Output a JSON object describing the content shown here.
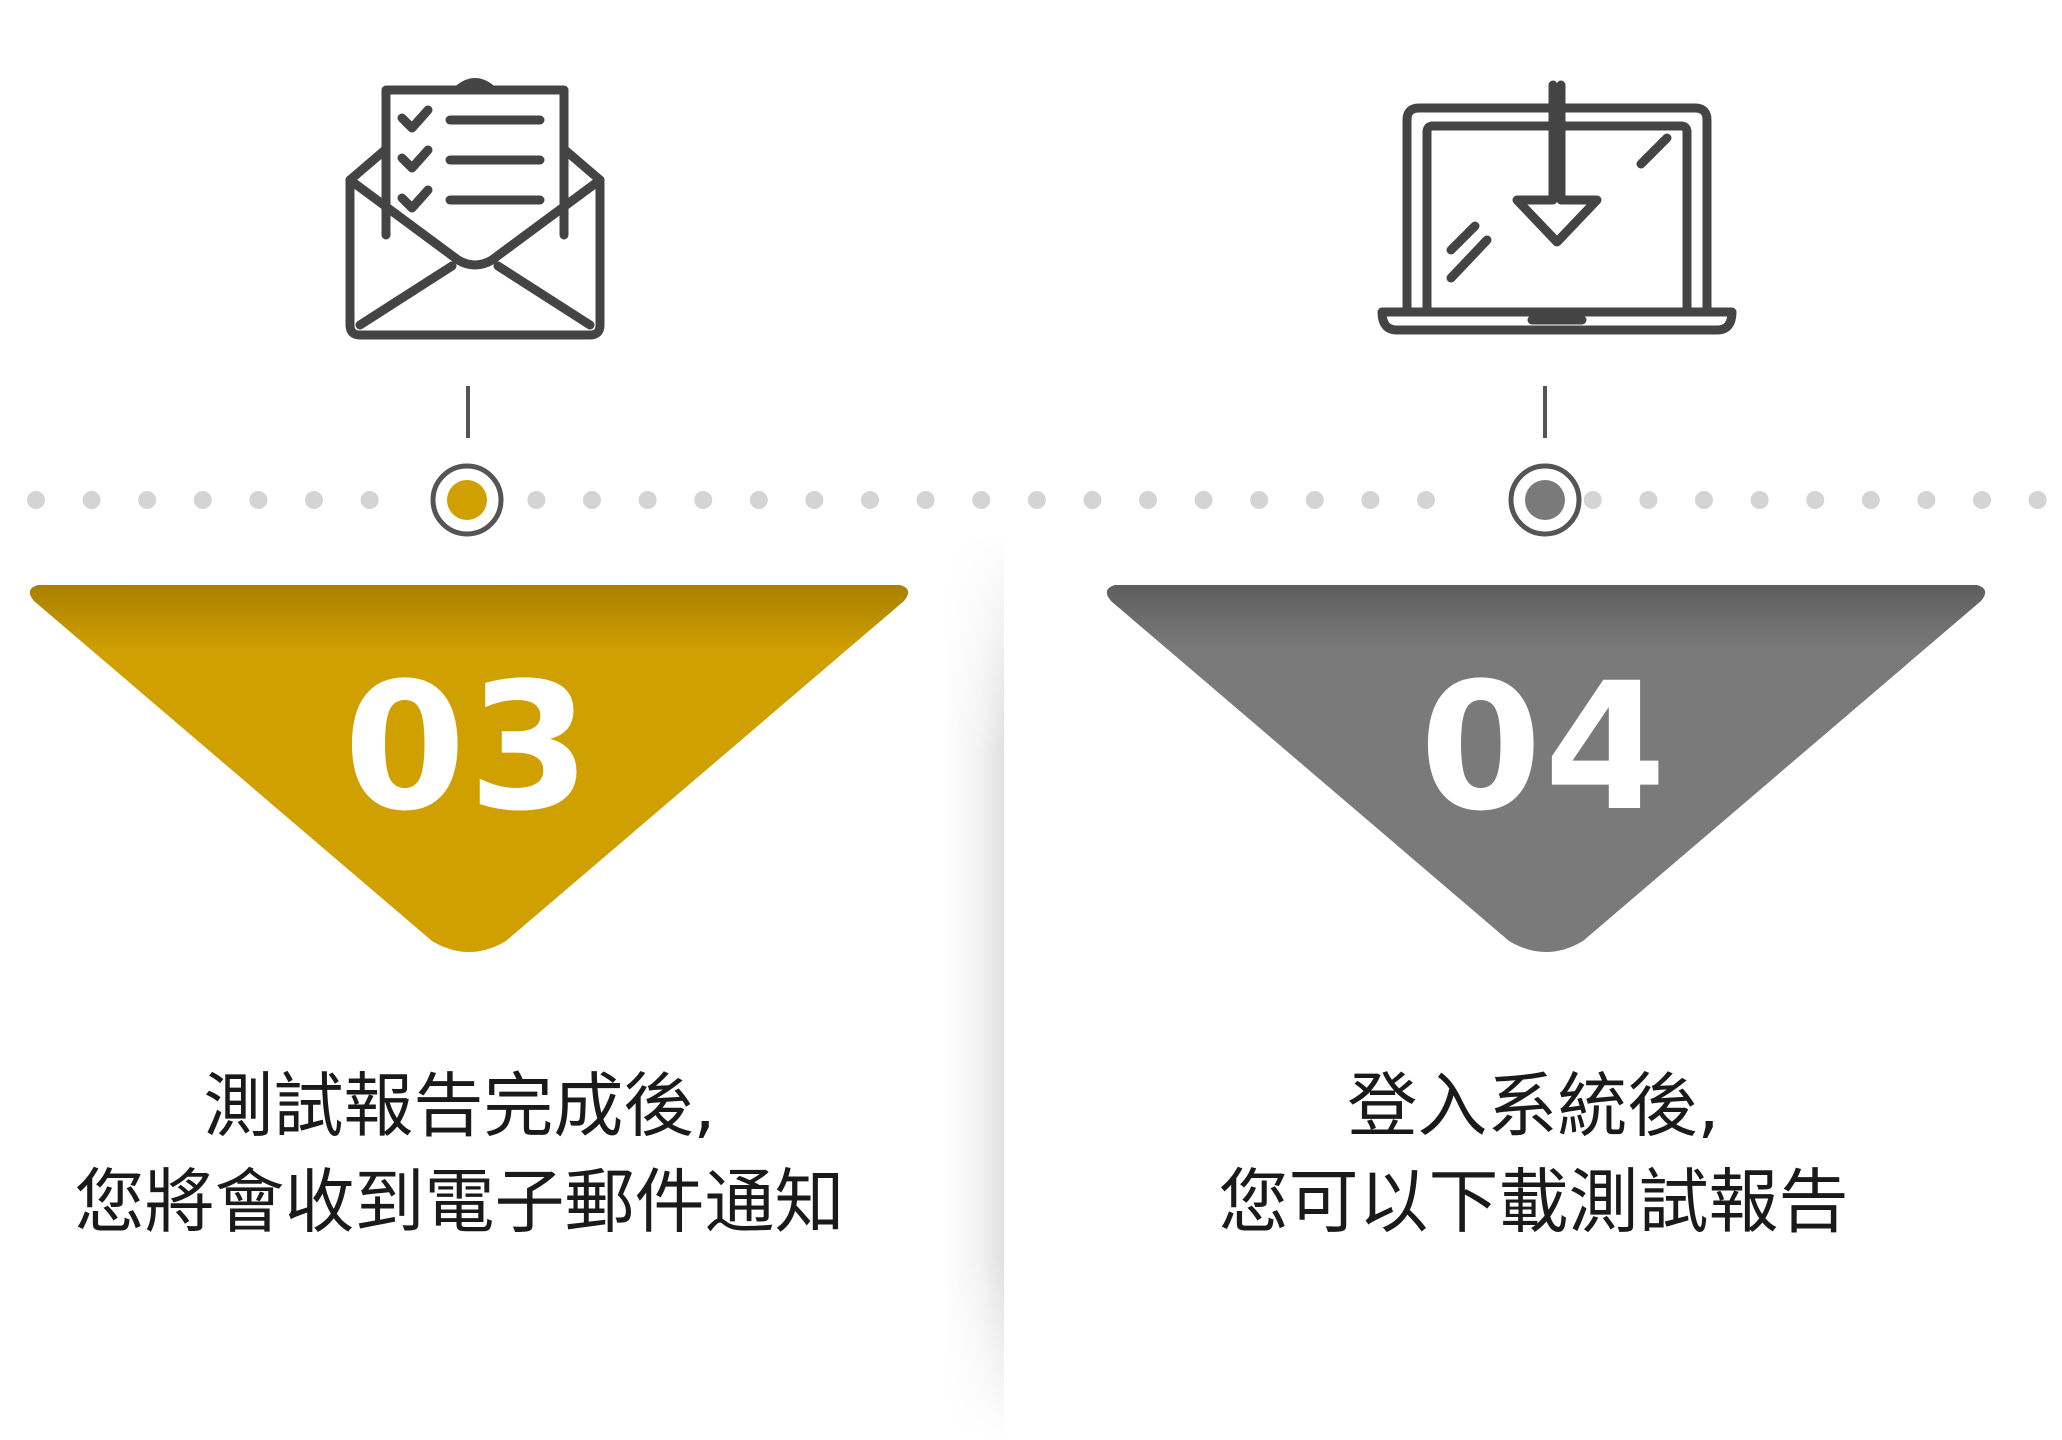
{
  "colors": {
    "gold": "#D0A000",
    "gray": "#7A7A7A",
    "icon_stroke": "#444444",
    "dot": "#D4D4D4",
    "text": "#1A1A1A"
  },
  "steps": [
    {
      "number": "03",
      "icon": "envelope-checklist-icon",
      "accent": "#D0A000",
      "line1": "測試報告完成後,",
      "line2": "您將會收到電子郵件通知"
    },
    {
      "number": "04",
      "icon": "laptop-download-icon",
      "accent": "#7A7A7A",
      "line1": "登入系統後,",
      "line2": "您可以下載測試報告"
    }
  ]
}
